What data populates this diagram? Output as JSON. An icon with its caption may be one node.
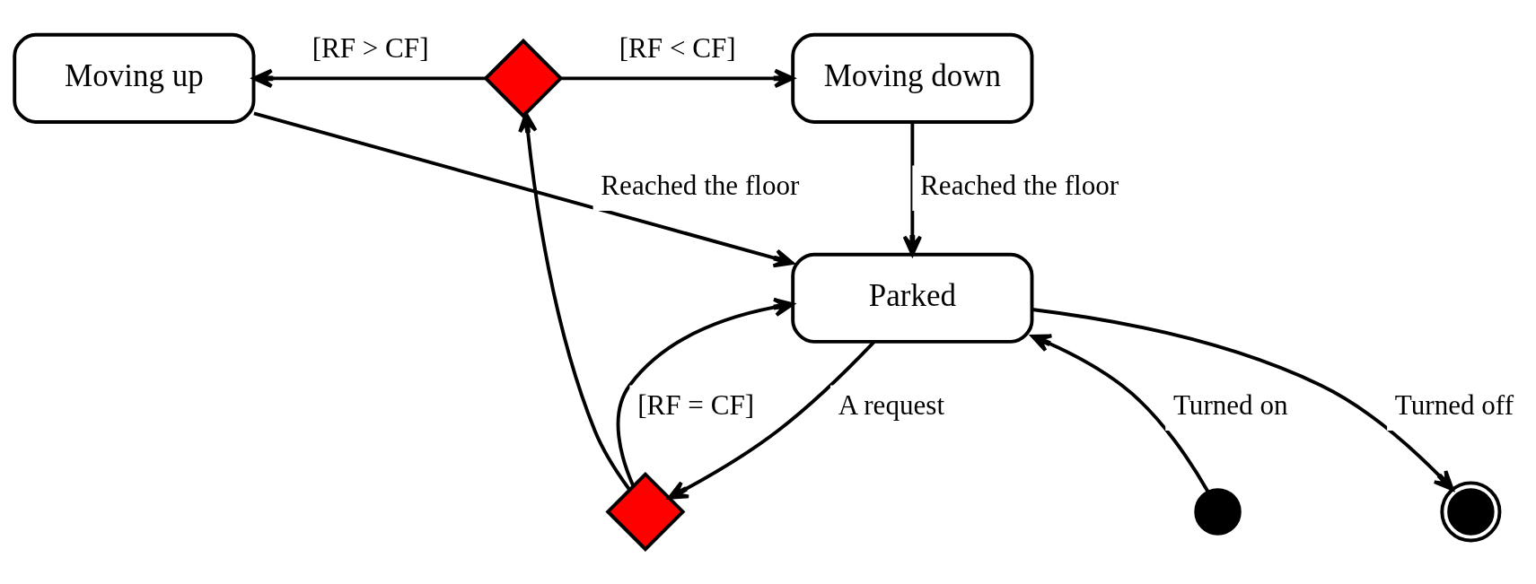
{
  "diagram": {
    "nodes": [
      {
        "text": [
          "Moving up"
        ]
      },
      {
        "text": [],
        "shape": "diamond"
      },
      {
        "text": [
          "Moving down"
        ]
      },
      {
        "text": [],
        "shape": "diamond"
      },
      {
        "text": [
          "Parked"
        ]
      },
      {
        "text": [],
        "shape": "circle"
      },
      {
        "text": [],
        "shape": "circle"
      }
    ],
    "edges": [
      {
        "from": 1,
        "to": 0,
        "arrow": "to",
        "label": "[RF > CF]"
      },
      {
        "from": 1,
        "to": 2,
        "arrow": "to",
        "label": "[RF < CF]"
      },
      {
        "from": 3,
        "to": 1,
        "arrow": "to"
      },
      {
        "from": 3,
        "to": 4,
        "arrow": "to",
        "label": "[RF = CF]"
      },
      {
        "from": 4,
        "to": 3,
        "arrow": "to",
        "label": "A request"
      },
      {
        "from": 0,
        "to": 4,
        "arrow": "to",
        "label": "Reached the floor"
      },
      {
        "from": 2,
        "to": 4,
        "arrow": "to",
        "label": "Reached the floor"
      },
      {
        "from": 5,
        "to": 4,
        "arrow": "to",
        "label": "Turned on"
      },
      {
        "from": 4,
        "to": 6,
        "arrow": "to",
        "label": "Turned off"
      }
    ]
  }
}
